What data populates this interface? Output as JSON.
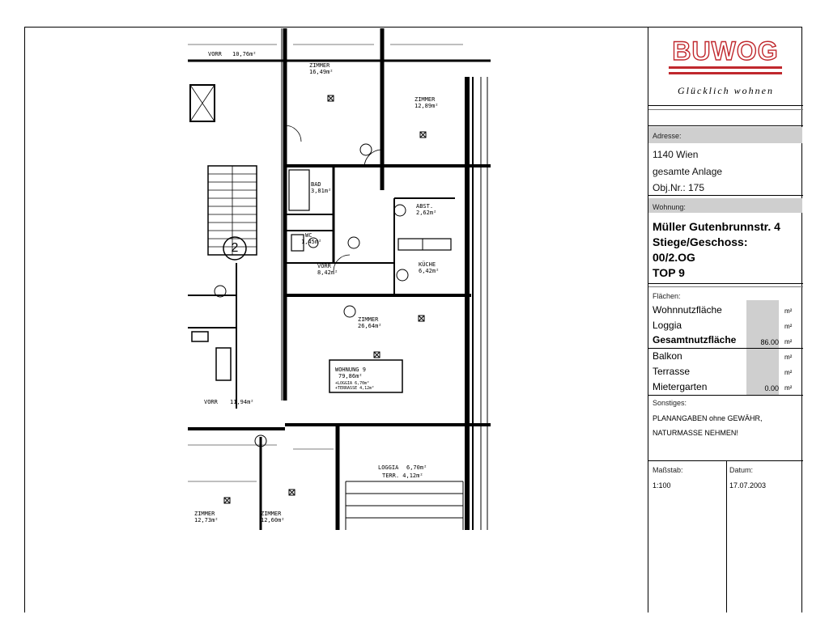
{
  "titleblock": {
    "logo_text": "BUWOG",
    "slogan": "Glücklich wohnen",
    "adresse_label": "Adresse:",
    "adresse_line1": "1140 Wien",
    "adresse_line2": "gesamte Anlage",
    "adresse_line3": "Obj.Nr.: 175",
    "wohnung_label": "Wohnung:",
    "wohnung_line1": "Müller Gutenbrunnstr. 4",
    "wohnung_line2": "Stiege/Geschoss:",
    "wohnung_line3": "00/2.OG",
    "wohnung_line4": "TOP 9",
    "flaechen_label": "Flächen:",
    "flaechen": [
      {
        "label": "Wohnnutzfläche",
        "value": "",
        "unit": "m²"
      },
      {
        "label": "Loggia",
        "value": "",
        "unit": "m²"
      },
      {
        "label": "Gesamtnutzfläche",
        "value": "86.00",
        "unit": "m²"
      },
      {
        "label": "Balkon",
        "value": "",
        "unit": "m²"
      },
      {
        "label": "Terrasse",
        "value": "",
        "unit": "m²"
      },
      {
        "label": "Mietergarten",
        "value": "0.00",
        "unit": "m²"
      }
    ],
    "sonstiges_label": "Sonstiges:",
    "sonstiges_line1": "PLANANGABEN ohne GEWÄHR,",
    "sonstiges_line2": "NATURMASSE NEHMEN!",
    "massstab_label": "Maßstab:",
    "massstab_value": "1:100",
    "datum_label": "Datum:",
    "datum_value": "17.07.2003"
  },
  "plan": {
    "stair_number": "2",
    "rooms": [
      {
        "name": "ZIMMER",
        "area": "16,49m²"
      },
      {
        "name": "ZIMMER",
        "area": "12,89m²"
      },
      {
        "name": "VORR",
        "area": "10,76m²"
      },
      {
        "name": "BAD",
        "area": "3,81m²"
      },
      {
        "name": "WC",
        "area": "1,45m²"
      },
      {
        "name": "ABST.",
        "area": "2,62m²"
      },
      {
        "name": "VORR",
        "area": "8,42m²"
      },
      {
        "name": "KÜCHE",
        "area": "6,42m²"
      },
      {
        "name": "ZIMMER",
        "area": "26,64m²"
      },
      {
        "name": "VORR",
        "area": "11,94m²"
      },
      {
        "name": "LOGGIA",
        "area": "6,70m²"
      },
      {
        "name": "ZIMMER",
        "area": "12,73m²"
      },
      {
        "name": "ZIMMER",
        "area": "12,60m²"
      }
    ],
    "unit_label": "WOHNUNG 9",
    "unit_area": "79,86m²",
    "unit_sub1": "+LOGGIA 6,70m²",
    "unit_sub2": "+TERRASSE 4,12m²",
    "terrace_label": "TERR. 4,12m²"
  }
}
